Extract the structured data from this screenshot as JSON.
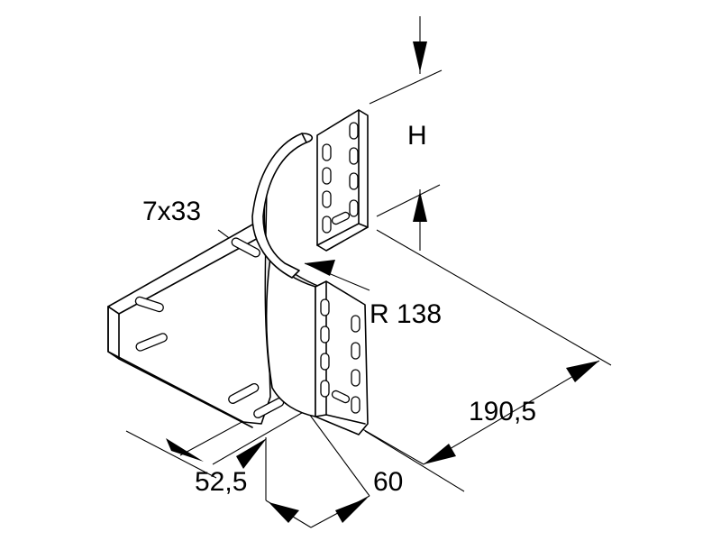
{
  "labels": {
    "height": "H",
    "slot": "7x33",
    "radius": "R 138",
    "depth": "190,5",
    "flange_width": "52,5",
    "side_height": "60"
  },
  "colors": {
    "line": "#000000",
    "background": "#ffffff",
    "shade": "#e9e9e9"
  }
}
